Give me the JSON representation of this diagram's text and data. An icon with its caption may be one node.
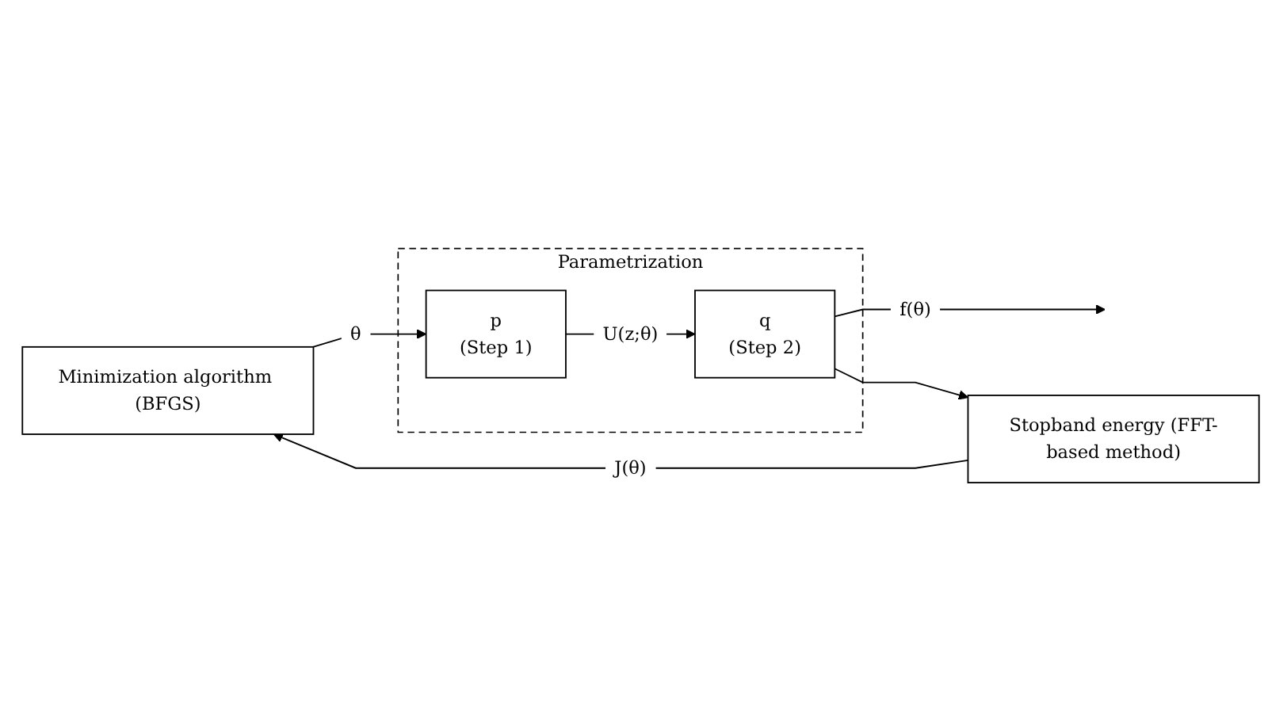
{
  "diagram": {
    "nodes": [
      {
        "text": [
          "Minimization algorithm (BFGS)"
        ]
      },
      {
        "text": [
          "Parametrization"
        ]
      },
      {
        "text": [
          "p",
          "(Step 1)"
        ],
        "in": 1
      },
      {
        "text": [
          "q",
          "(Step 2)"
        ],
        "in": 1
      },
      {
        "text": [
          "Stopband energy (FFT-based method)"
        ]
      }
    ],
    "edges": [
      {
        "from": 0,
        "to": 2,
        "arrow": "to",
        "label": "θ"
      },
      {
        "from": 2,
        "to": 3,
        "arrow": "to",
        "label": "U(z;θ)"
      },
      {
        "from": 3,
        "to": null,
        "arrow": "to",
        "label": "f(θ)"
      },
      {
        "from": 3,
        "to": 4,
        "arrow": "to"
      },
      {
        "from": 4,
        "to": 0,
        "arrow": "to",
        "label": "J(θ)"
      }
    ]
  }
}
